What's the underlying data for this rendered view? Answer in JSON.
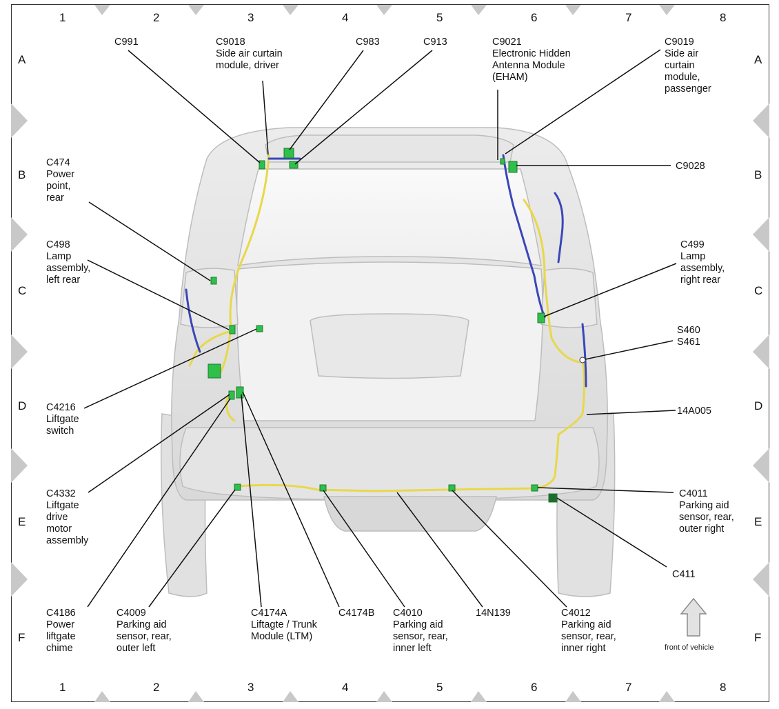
{
  "grid": {
    "columns": [
      "1",
      "2",
      "3",
      "4",
      "5",
      "6",
      "7",
      "8"
    ],
    "rows": [
      "A",
      "B",
      "C",
      "D",
      "E",
      "F"
    ]
  },
  "callouts": {
    "c991": "C991",
    "c9018": [
      "C9018",
      "Side air curtain",
      "module, driver"
    ],
    "c983": "C983",
    "c913": "C913",
    "c9021": [
      "C9021",
      "Electronic Hidden",
      "Antenna Module",
      "(EHAM)"
    ],
    "c9019": [
      "C9019",
      "Side air",
      "curtain",
      "module,",
      "passenger"
    ],
    "c9028": "C9028",
    "c474": [
      "C474",
      "Power",
      "point,",
      "rear"
    ],
    "c498": [
      "C498",
      "Lamp",
      "assembly,",
      "left rear"
    ],
    "c499": [
      "C499",
      "Lamp",
      "assembly,",
      "right rear"
    ],
    "s460": [
      "S460",
      "S461"
    ],
    "c4216": [
      "C4216",
      "Liftgate",
      "switch"
    ],
    "a14a005": "14A005",
    "c4332": [
      "C4332",
      "Liftgate",
      "drive",
      "motor",
      "assembly"
    ],
    "c4011": [
      "C4011",
      "Parking aid",
      "sensor, rear,",
      "outer right"
    ],
    "c411": "C411",
    "c4186": [
      "C4186",
      "Power",
      "liftgate",
      "chime"
    ],
    "c4009": [
      "C4009",
      "Parking aid",
      "sensor, rear,",
      "outer left"
    ],
    "c4174a": [
      "C4174A",
      "Liftagte / Trunk",
      "Module (LTM)"
    ],
    "c4174b": "C4174B",
    "c4010": [
      "C4010",
      "Parking aid",
      "sensor, rear,",
      "inner left"
    ],
    "n14n139": "14N139",
    "c4012": [
      "C4012",
      "Parking aid",
      "sensor, rear,",
      "inner right"
    ]
  },
  "orientation": {
    "label": "front of vehicle",
    "icon": "up-arrow-icon"
  },
  "colors": {
    "harness_yellow": "#e8d84a",
    "harness_blue": "#3a46b8",
    "connector_green": "#2fbf4a",
    "marker_gray": "#c8c8c8"
  }
}
